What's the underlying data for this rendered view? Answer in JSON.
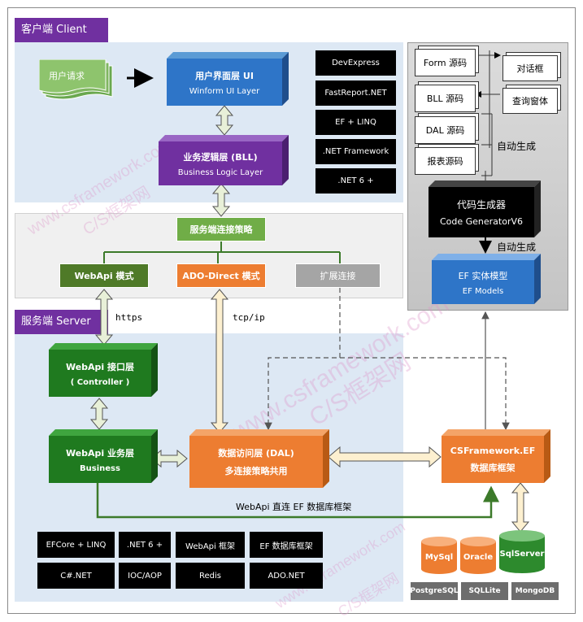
{
  "regions": {
    "client_label": "客户端 Client",
    "server_label": "服务端 Server"
  },
  "client": {
    "user_request": "用户请求",
    "ui_layer": {
      "line1": "用户界面层 UI",
      "line2": "Winform UI Layer"
    },
    "bll_layer": {
      "line1": "业务逻辑层 (BLL)",
      "line2": "Business Logic Layer"
    },
    "tech_stack": [
      "DevExpress",
      "FastReport.NET",
      "EF + LINQ",
      ".NET Framework",
      ".NET 6 +"
    ]
  },
  "strategy": {
    "title": "服务端连接策略",
    "webapi_mode": "WebApi 模式",
    "ado_mode": "ADO-Direct 模式",
    "extend_mode": "扩展连接"
  },
  "protocols": {
    "https": "https",
    "tcpip": "tcp/ip"
  },
  "server": {
    "controller": {
      "line1": "WebApi 接口层",
      "line2": "( Controller )"
    },
    "business": {
      "line1": "WebApi  业务层",
      "line2": "Business"
    },
    "dal": {
      "line1": "数据访问层 (DAL)",
      "line2": "多连接策略共用"
    },
    "ef": {
      "line1": "CSFramework.EF",
      "line2": "数据库框架"
    },
    "direct_label": "WebApi 直连 EF 数据库框架",
    "tech_stack_row1": [
      "EFCore + LINQ",
      ".NET 6 +",
      "WebApi 框架",
      "EF 数据库框架"
    ],
    "tech_stack_row2": [
      "C#.NET",
      "IOC/AOP",
      "Redis",
      "ADO.NET"
    ]
  },
  "generator": {
    "sources": [
      "Form 源码",
      "BLL 源码",
      "DAL 源码",
      "报表源码"
    ],
    "dialogs": [
      "对话框",
      "查询窗体"
    ],
    "auto_gen_1": "自动生成",
    "auto_gen_2": "自动生成",
    "code_gen": {
      "line1": "代码生成器",
      "line2": "Code GeneratorV6"
    },
    "ef_models": {
      "line1": "EF 实体模型",
      "line2": "EF Models"
    }
  },
  "databases": {
    "primary": [
      "MySql",
      "Oracle",
      "SqlServer"
    ],
    "secondary": [
      "PostgreSQL",
      "SQLLite",
      "MongoDB"
    ]
  },
  "watermark": {
    "site": "www.csframework.com",
    "cn": "C/S框架网"
  },
  "colors": {
    "purple_tag": "#7030a0",
    "blue_box": "#2e75c8",
    "purple_box": "#7030a0",
    "green_box": "#2d8a2d",
    "orange_box": "#ed7d31",
    "gray_box": "#a5a5a5",
    "light_green": "#70ad47"
  }
}
